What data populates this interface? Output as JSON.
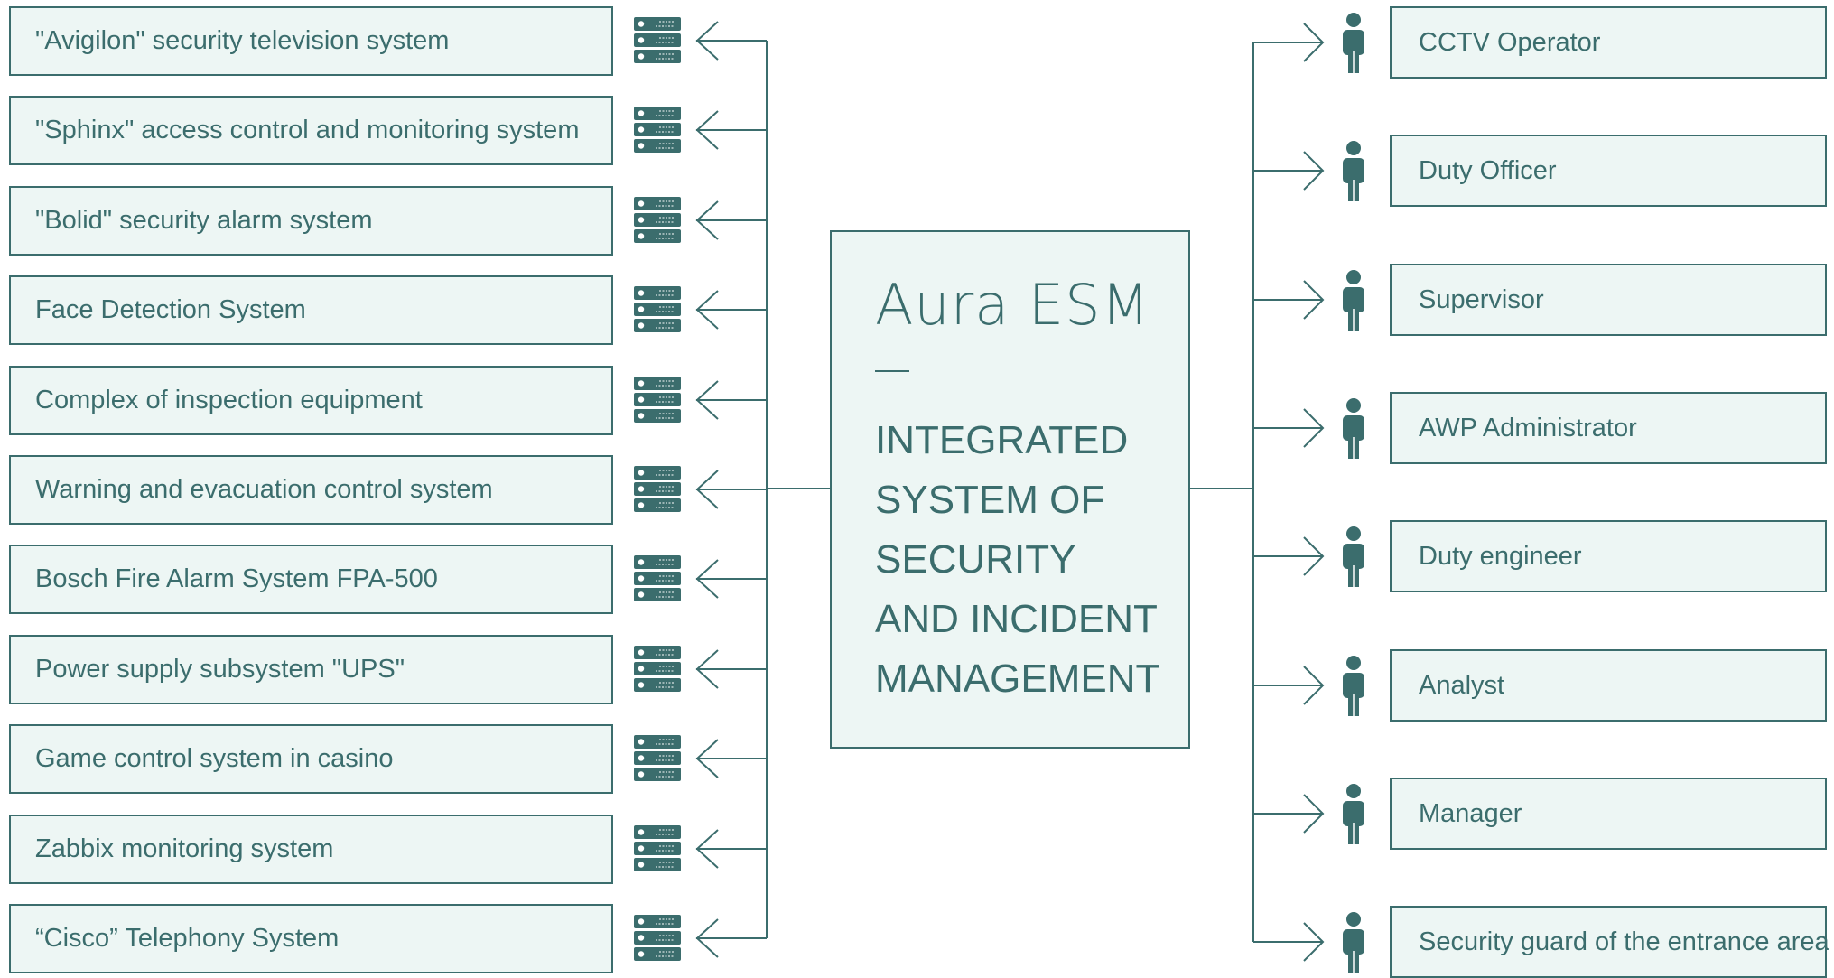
{
  "colors": {
    "accent": "#3b6d6d",
    "box_fill": "#edf6f4",
    "background": "#ffffff"
  },
  "center": {
    "title": "Aura ESM",
    "dash": "—",
    "subtitle": "INTEGRATED\nSYSTEM OF\nSECURITY\nAND INCIDENT\nMANAGEMENT"
  },
  "systems": [
    {
      "label": "\"Avigilon\" security television system",
      "icon": "server-icon"
    },
    {
      "label": "\"Sphinx\" access control and monitoring system",
      "icon": "server-icon"
    },
    {
      "label": "\"Bolid\" security alarm system",
      "icon": "server-icon"
    },
    {
      "label": "Face Detection System",
      "icon": "server-icon"
    },
    {
      "label": "Complex of inspection equipment",
      "icon": "server-icon"
    },
    {
      "label": "Warning and evacuation control system",
      "icon": "server-icon"
    },
    {
      "label": "Bosch Fire Alarm System FPA-500",
      "icon": "server-icon"
    },
    {
      "label": "Power supply subsystem \"UPS\"",
      "icon": "server-icon"
    },
    {
      "label": "Game control system in casino",
      "icon": "server-icon"
    },
    {
      "label": "Zabbix monitoring system",
      "icon": "server-icon"
    },
    {
      "label": "“Cisco” Telephony System",
      "icon": "server-icon"
    }
  ],
  "roles": [
    {
      "label": "CCTV Operator",
      "icon": "person-icon"
    },
    {
      "label": "Duty Officer",
      "icon": "person-icon"
    },
    {
      "label": "Supervisor",
      "icon": "person-icon"
    },
    {
      "label": "AWP Administrator",
      "icon": "person-icon"
    },
    {
      "label": "Duty engineer",
      "icon": "person-icon"
    },
    {
      "label": "Analyst",
      "icon": "person-icon"
    },
    {
      "label": "Manager",
      "icon": "person-icon"
    },
    {
      "label": "Security guard of the entrance area",
      "icon": "person-icon"
    }
  ]
}
